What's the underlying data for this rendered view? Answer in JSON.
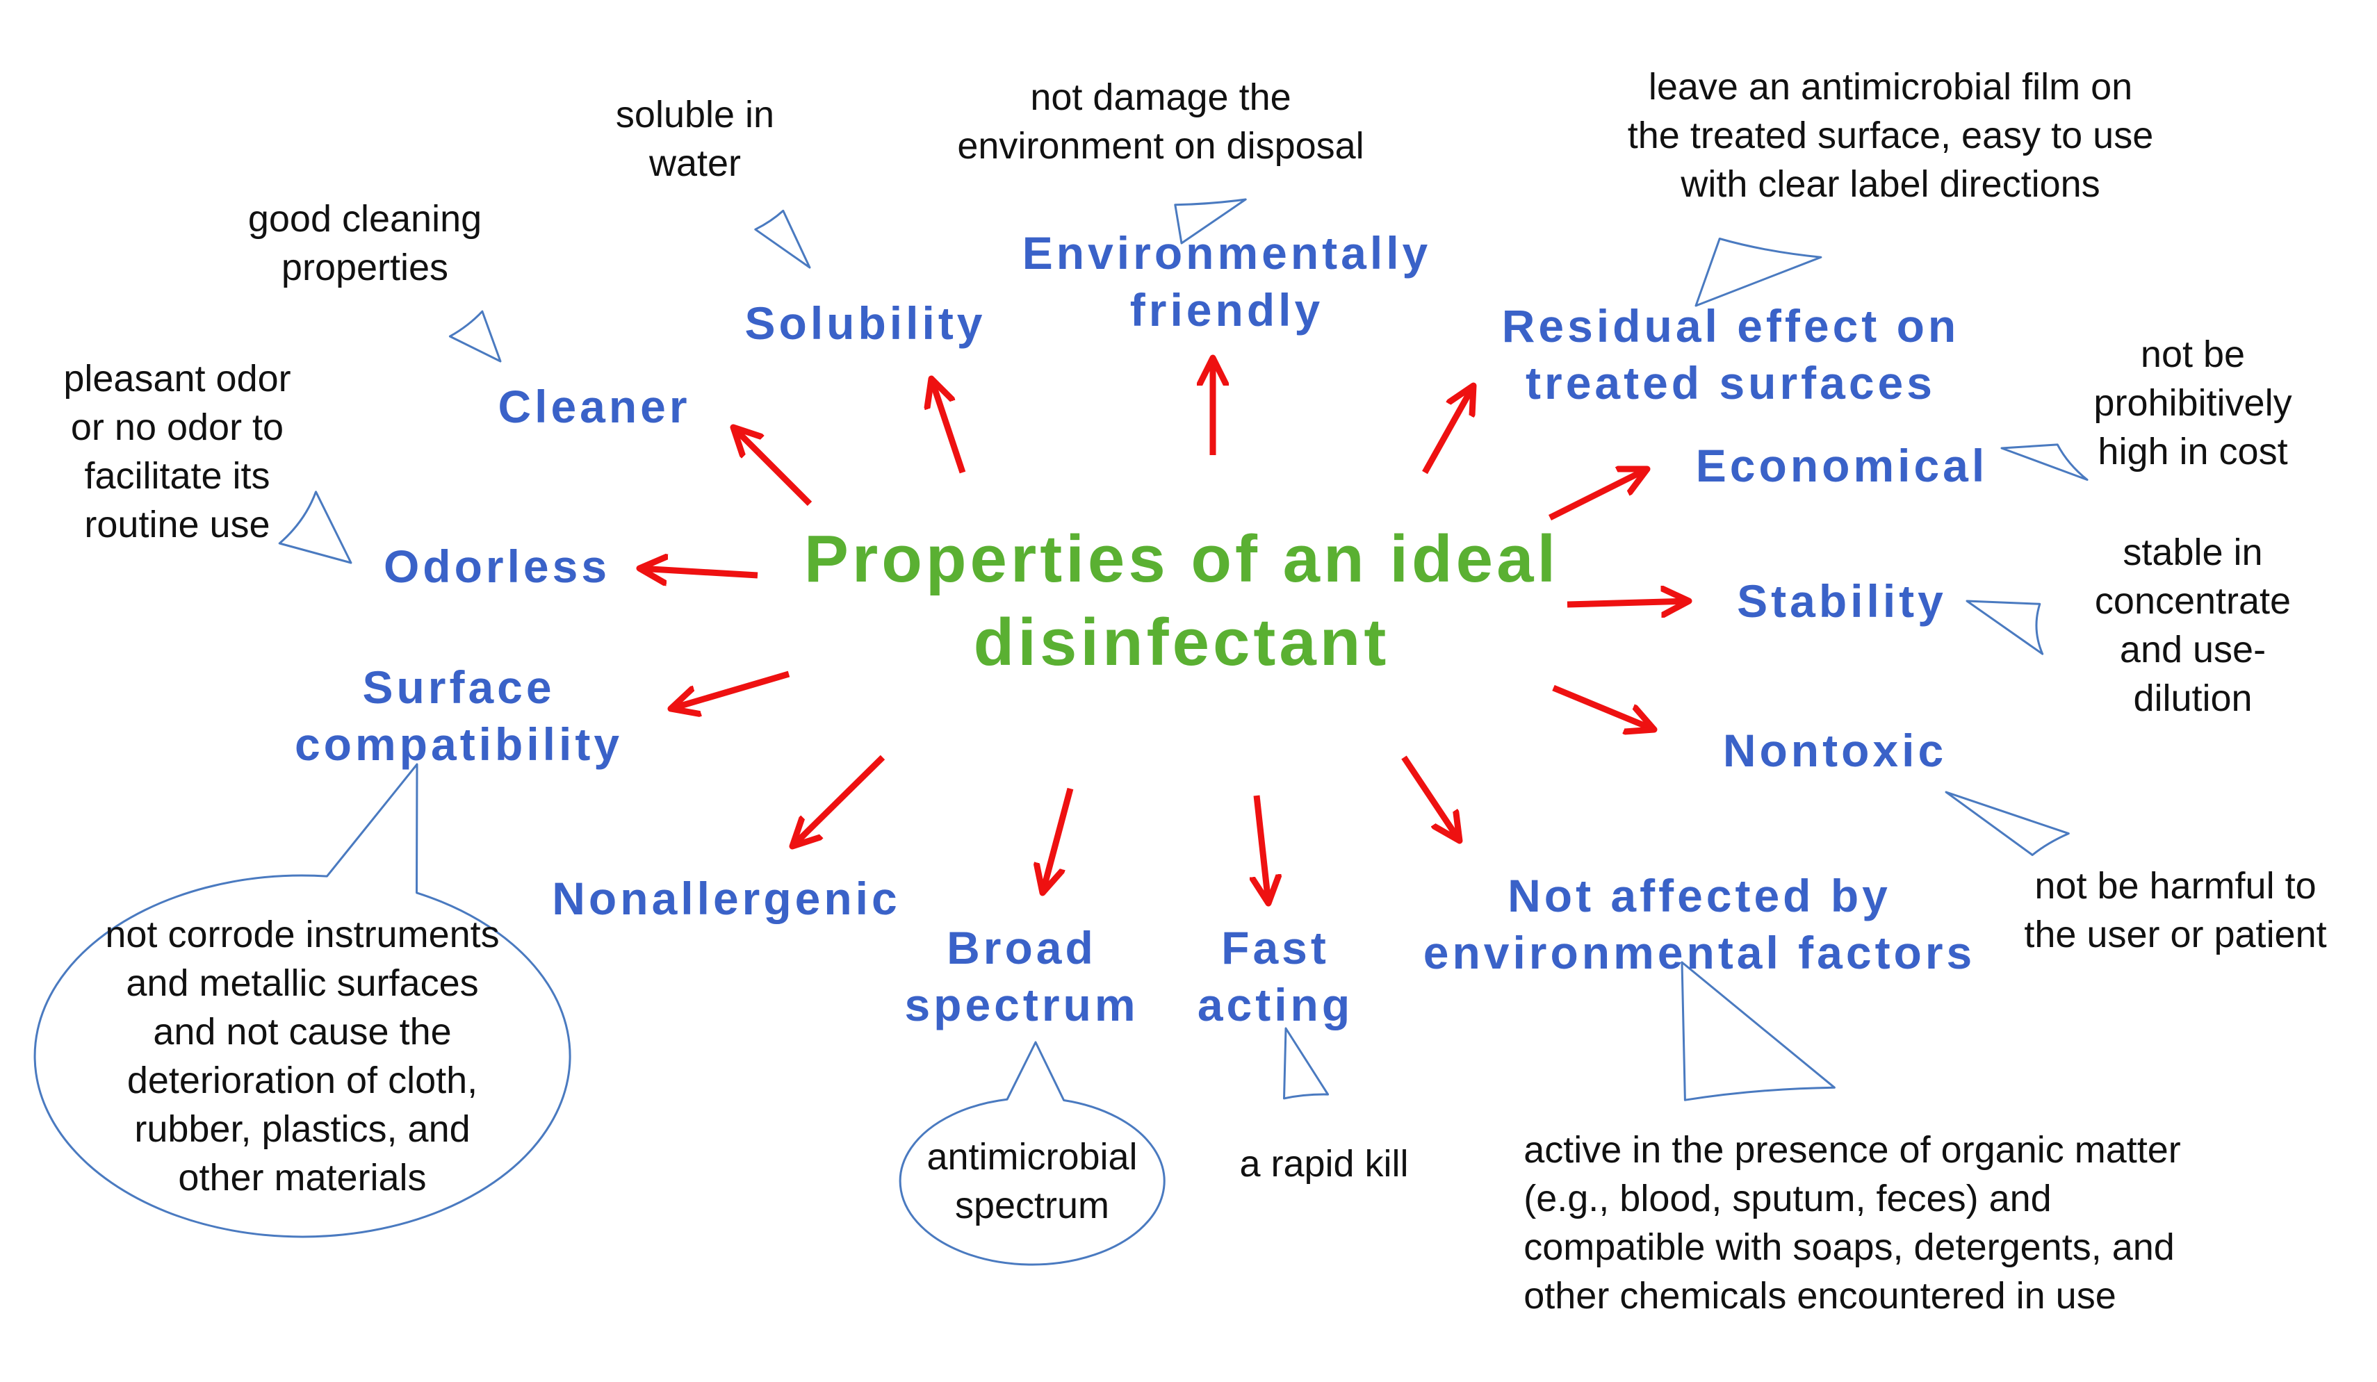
{
  "title_lines": [
    "Properties of an ideal",
    "disinfectant"
  ],
  "colors": {
    "title": "#5ab032",
    "property": "#3a62c8",
    "arrow": "#ee1111",
    "bubble_border": "#4a7ac0",
    "bubble_text": "#111111"
  },
  "properties": [
    {
      "id": "cleaner",
      "label": [
        "Cleaner"
      ],
      "note": [
        "good cleaning",
        "properties"
      ]
    },
    {
      "id": "solubility",
      "label": [
        "Solubility"
      ],
      "note": [
        "soluble in",
        "water"
      ]
    },
    {
      "id": "environmentally-friendly",
      "label": [
        "Environmentally",
        "friendly"
      ],
      "note": [
        "not damage the",
        "environment on disposal"
      ]
    },
    {
      "id": "residual-effect",
      "label": [
        "Residual effect on",
        "treated surfaces"
      ],
      "note": [
        "leave an antimicrobial film on",
        "the treated surface, easy to use",
        "with clear label directions"
      ]
    },
    {
      "id": "economical",
      "label": [
        "Economical"
      ],
      "note": [
        "not be",
        "prohibitively",
        "high in cost"
      ]
    },
    {
      "id": "stability",
      "label": [
        "Stability"
      ],
      "note": [
        "stable in",
        "concentrate",
        "and use-",
        "dilution"
      ]
    },
    {
      "id": "nontoxic",
      "label": [
        "Nontoxic"
      ],
      "note": [
        "not be harmful to",
        "the user or patient"
      ]
    },
    {
      "id": "not-affected",
      "label": [
        "Not affected by",
        "environmental factors"
      ],
      "note": [
        "active in the presence of organic matter",
        "(e.g., blood, sputum, feces) and",
        "compatible with soaps, detergents, and",
        "other chemicals encountered in use"
      ]
    },
    {
      "id": "fast-acting",
      "label": [
        "Fast",
        "acting"
      ],
      "note": [
        "a rapid kill"
      ]
    },
    {
      "id": "broad-spectrum",
      "label": [
        "Broad",
        "spectrum"
      ],
      "note": [
        "antimicrobial",
        "spectrum"
      ]
    },
    {
      "id": "nonallergenic",
      "label": [
        "Nonallergenic"
      ],
      "note": []
    },
    {
      "id": "surface-compatibility",
      "label": [
        "Surface",
        "compatibility"
      ],
      "note": [
        "not corrode instruments",
        "and metallic surfaces",
        "and not cause the",
        "deterioration of cloth,",
        "rubber, plastics, and",
        "other materials"
      ]
    },
    {
      "id": "odorless",
      "label": [
        "Odorless"
      ],
      "note": [
        "pleasant odor",
        "or no odor to",
        "facilitate its",
        "routine use"
      ]
    }
  ]
}
